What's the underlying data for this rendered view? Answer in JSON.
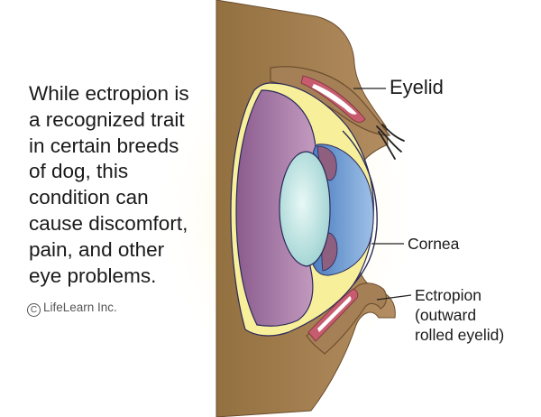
{
  "caption_lines": [
    "While ectropion is",
    "a recognized trait",
    "in certain breeds",
    "of dog, this",
    "condition can",
    "cause discomfort,",
    "pain, and other",
    "eye problems."
  ],
  "credit": {
    "symbol": "C",
    "text": "LifeLearn Inc."
  },
  "labels": {
    "eyelid": "Eyelid",
    "cornea": "Cornea",
    "ectropion": [
      "Ectropion",
      "(outward",
      "rolled eyelid)"
    ]
  },
  "colors": {
    "skin": "#a57f55",
    "skin_outline": "#6b4d2e",
    "sclera": "#f8ef9a",
    "iris": "#a77a9f",
    "cornea_blue": "#5f8fc9",
    "lens": "#c3e7e7",
    "eyelid_inner": "#c65c6e"
  }
}
